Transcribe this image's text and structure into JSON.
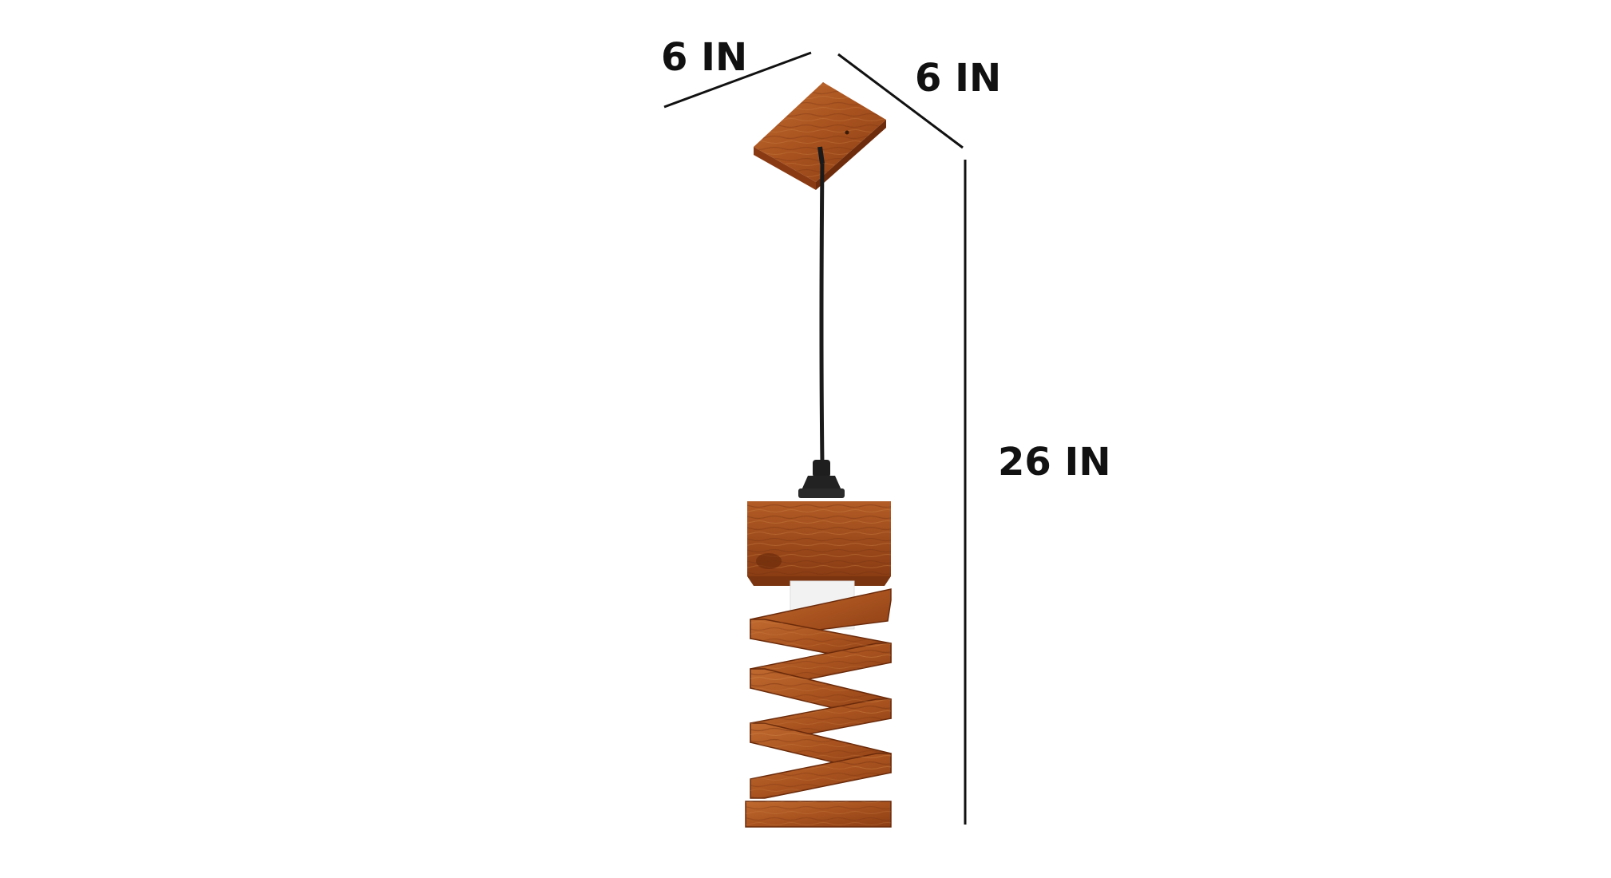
{
  "dimensions": {
    "width_label": "6 IN",
    "depth_label": "6 IN",
    "height_label": "26 IN"
  },
  "product": {
    "wood_color": "#a8521f",
    "wood_dark": "#7a3410",
    "wood_light": "#c97a3c",
    "cord_color": "#1a1a1a",
    "shade_color": "#f2f2f2"
  }
}
